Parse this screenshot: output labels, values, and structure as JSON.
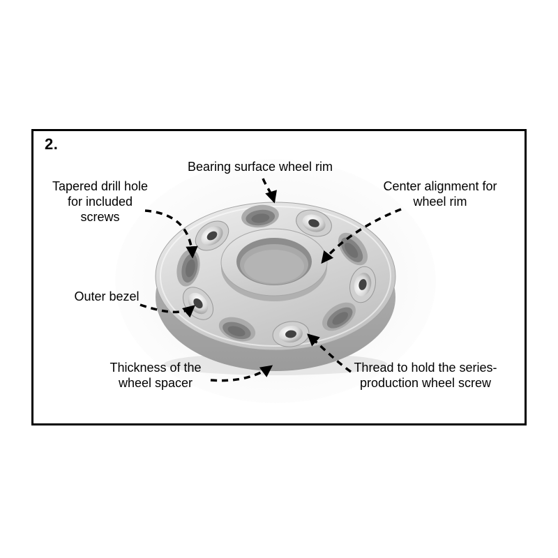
{
  "figure": {
    "step_number": "2.",
    "labels": {
      "bearing_surface": [
        "Bearing surface wheel rim"
      ],
      "tapered_hole": [
        "Tapered drill hole",
        "for included",
        "screws"
      ],
      "center_alignment": [
        "Center alignment for",
        "wheel rim"
      ],
      "outer_bezel": [
        "Outer bezel"
      ],
      "thickness": [
        "Thickness of the",
        "wheel spacer"
      ],
      "thread": [
        "Thread to hold the series-",
        "production wheel screw"
      ]
    },
    "colors": {
      "frame_border": "#000000",
      "text": "#000000",
      "arrow": "#000000",
      "spacer_light": "#ebebeb",
      "spacer_mid": "#c6c6c6",
      "spacer_dark": "#8a8a8a",
      "bore_shadow": "#878787"
    }
  }
}
